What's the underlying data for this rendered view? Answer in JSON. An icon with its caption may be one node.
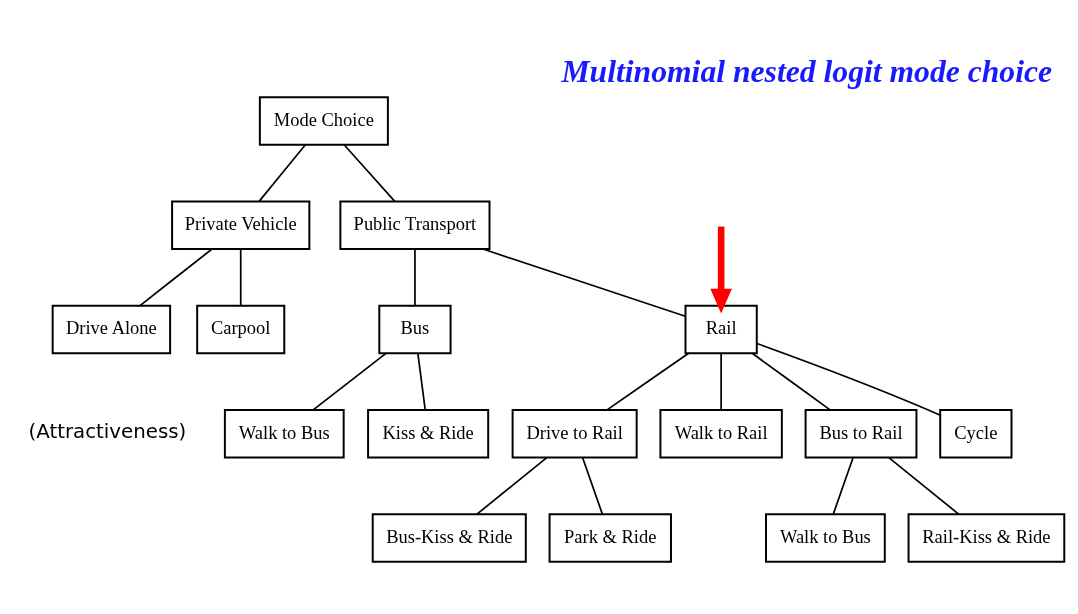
{
  "diagram": {
    "title": "Multinomial nested logit mode choice",
    "nodes": [
      {
        "text": [
          "Mode Choice"
        ]
      },
      {
        "text": [
          "Private Vehicle"
        ]
      },
      {
        "text": [
          "Public Transport"
        ]
      },
      {
        "text": [
          "Drive Alone"
        ]
      },
      {
        "text": [
          "Carpool"
        ]
      },
      {
        "text": [
          "Bus"
        ]
      },
      {
        "text": [
          "Rail"
        ]
      },
      {
        "text": [
          "Walk to Bus"
        ]
      },
      {
        "text": [
          "Kiss & Ride"
        ]
      },
      {
        "text": [
          "Drive to Rail"
        ]
      },
      {
        "text": [
          "Walk to Rail"
        ]
      },
      {
        "text": [
          "Bus to Rail"
        ]
      },
      {
        "text": [
          "Cycle"
        ]
      },
      {
        "text": [
          "Bus-Kiss & Ride"
        ]
      },
      {
        "text": [
          "Park & Ride"
        ]
      },
      {
        "text": [
          "Walk to Bus"
        ]
      },
      {
        "text": [
          "Rail-Kiss & Ride"
        ]
      }
    ],
    "edges": [
      {
        "from": 0,
        "to": 1,
        "arrow": "none"
      },
      {
        "from": 0,
        "to": 2,
        "arrow": "none"
      },
      {
        "from": 1,
        "to": 3,
        "arrow": "none"
      },
      {
        "from": 1,
        "to": 4,
        "arrow": "none"
      },
      {
        "from": 2,
        "to": 5,
        "arrow": "none"
      },
      {
        "from": 2,
        "to": 6,
        "arrow": "none"
      },
      {
        "from": 5,
        "to": 7,
        "arrow": "none"
      },
      {
        "from": 5,
        "to": 8,
        "arrow": "none"
      },
      {
        "from": 6,
        "to": 9,
        "arrow": "none"
      },
      {
        "from": 6,
        "to": 10,
        "arrow": "none"
      },
      {
        "from": 6,
        "to": 11,
        "arrow": "none"
      },
      {
        "from": 6,
        "to": 12,
        "arrow": "none"
      },
      {
        "from": 9,
        "to": 13,
        "arrow": "none"
      },
      {
        "from": 9,
        "to": 14,
        "arrow": "none"
      },
      {
        "from": 11,
        "to": 15,
        "arrow": "none"
      },
      {
        "from": 11,
        "to": 16,
        "arrow": "none"
      },
      {
        "from": null,
        "to": 6,
        "arrow": "to",
        "style": "thick",
        "color": "#ff0000"
      }
    ],
    "labels": [
      "(Attractiveness)"
    ]
  }
}
